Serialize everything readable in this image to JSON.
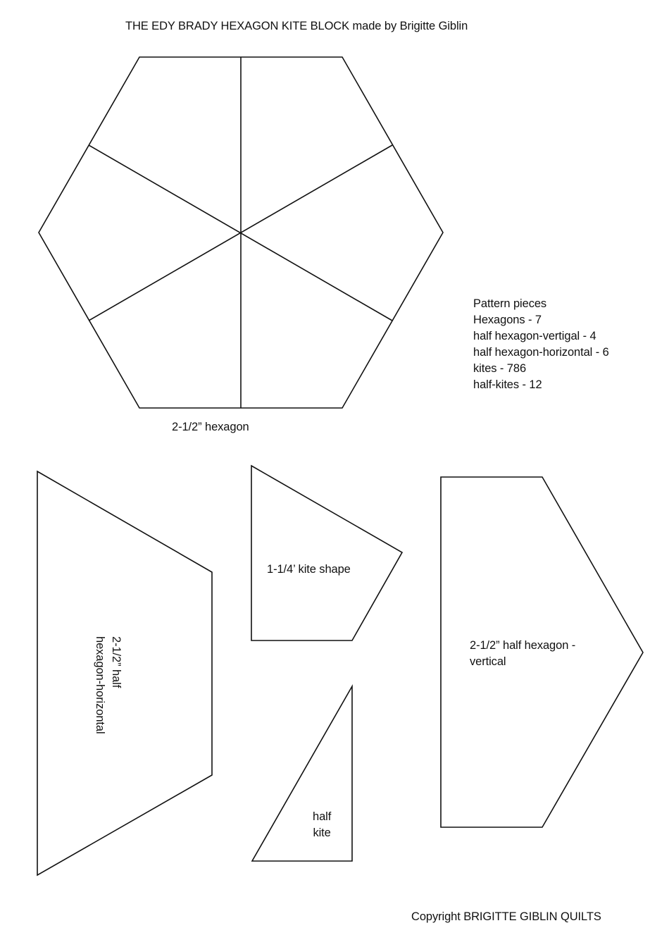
{
  "document": {
    "title": "THE EDY BRADY HEXAGON KITE BLOCK made by Brigitte Giblin",
    "copyright": "Copyright BRIGITTE GIBLIN QUILTS"
  },
  "pattern_pieces": {
    "heading": "Pattern pieces",
    "items": [
      "Hexagons - 7",
      "half hexagon-vertigal - 4",
      "half hexagon-horizontal - 6",
      "kites - 786",
      "half-kites - 12"
    ]
  },
  "templates": {
    "hexagon": {
      "label": "2-1/2” hexagon"
    },
    "half_hexagon_horizontal": {
      "label_line1": "2-1/2” half",
      "label_line2": "hexagon-horizontal"
    },
    "kite": {
      "label": "1-1/4’ kite shape"
    },
    "half_kite": {
      "label_line1": "half",
      "label_line2": "kite"
    },
    "half_hexagon_vertical": {
      "label_line1": "2-1/2” half hexagon -",
      "label_line2": "vertical"
    }
  },
  "colors": {
    "ink": "#111111",
    "paper": "#ffffff"
  }
}
